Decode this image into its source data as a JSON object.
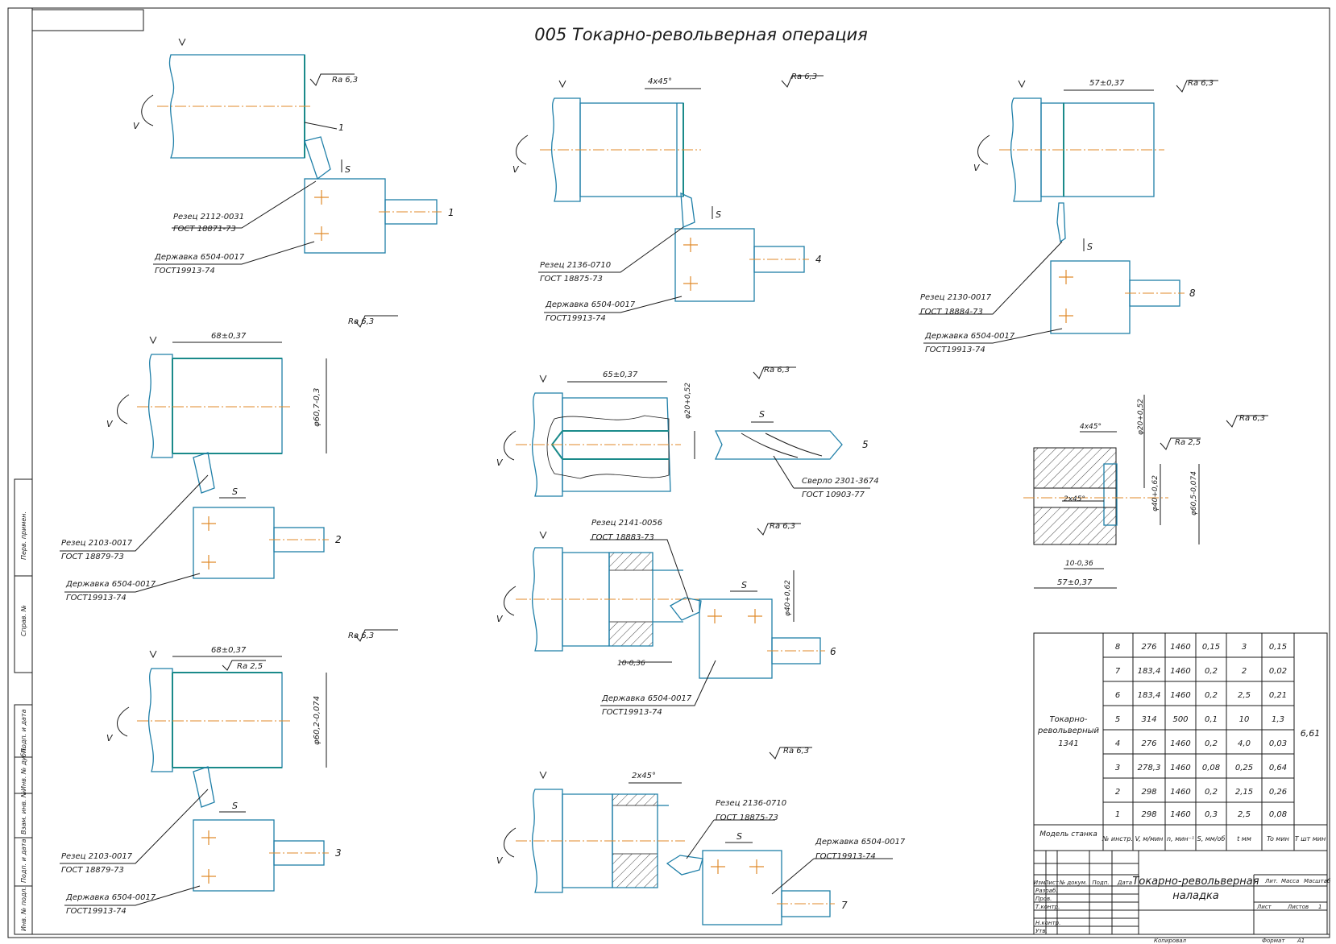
{
  "title": "005 Токарно-револьверная операция",
  "ra_mark": "Ra 6,3",
  "ra_fine": "Ra 2,5",
  "letter_s": "S",
  "letter_v": "V",
  "setups": [
    {
      "num": "1",
      "tool": "Резец 2112-0031",
      "tool_std": "ГОСТ 18871-73",
      "holder": "Державка 6504-0017",
      "holder_std": "ГОСТ19913-74",
      "dim": "",
      "pos": "1"
    },
    {
      "num": "2",
      "tool": "Резец 2103-0017",
      "tool_std": "ГОСТ 18879-73",
      "holder": "Державка 6504-0017",
      "holder_std": "ГОСТ19913-74",
      "dim": "68±0,37",
      "dia": "φ60,7-0,3"
    },
    {
      "num": "3",
      "tool": "Резец 2103-0017",
      "tool_std": "ГОСТ 18879-73",
      "holder": "Державка 6504-0017",
      "holder_std": "ГОСТ19913-74",
      "dim": "68±0,37",
      "dia": "φ60,2-0,074"
    },
    {
      "num": "4",
      "tool": "Резец 2136-0710",
      "tool_std": "ГОСТ 18875-73",
      "holder": "Державка 6504-0017",
      "holder_std": "ГОСТ19913-74",
      "dim": "4х45°"
    },
    {
      "num": "5",
      "tool": "Сверло 2301-3674",
      "tool_std": "ГОСТ 10903-77",
      "dim": "65±0,37",
      "dia": "φ20+0,52"
    },
    {
      "num": "6",
      "tool": "Резец 2141-0056",
      "tool_std": "ГОСТ 18883-73",
      "holder": "Державка 6504-0017",
      "holder_std": "ГОСТ19913-74",
      "dim": "10-0,36",
      "dia": "φ40+0,62"
    },
    {
      "num": "7",
      "tool": "Резец 2136-0710",
      "tool_std": "ГОСТ 18875-73",
      "holder": "Державка 6504-0017",
      "holder_std": "ГОСТ19913-74",
      "dim": "2х45°"
    },
    {
      "num": "8",
      "tool": "Резец 2130-0017",
      "tool_std": "ГОСТ 18884-73",
      "holder": "Державка 6504-0017",
      "holder_std": "ГОСТ19913-74",
      "dim": "57±0,37"
    }
  ],
  "part_view": {
    "d1": "4х45°",
    "d2": "2х45°",
    "d3": "10-0,36",
    "d4": "57±0,37",
    "d5": "φ20+0,52",
    "d6": "φ40+0,62",
    "d7": "φ60,5-0,074"
  },
  "modes_table": {
    "machine_model": [
      "Токарно-",
      "револьверный",
      "1341"
    ],
    "headers": [
      "Модель станка",
      "№ инстр.",
      "V, м/мин",
      "n, мин⁻¹",
      "S, мм/об",
      "t мм",
      "To мин",
      "T шт мин"
    ],
    "rows": [
      [
        "8",
        "276",
        "1460",
        "0,15",
        "3",
        "0,15"
      ],
      [
        "7",
        "183,4",
        "1460",
        "0,2",
        "2",
        "0,02"
      ],
      [
        "6",
        "183,4",
        "1460",
        "0,2",
        "2,5",
        "0,21"
      ],
      [
        "5",
        "314",
        "500",
        "0,1",
        "10",
        "1,3"
      ],
      [
        "4",
        "276",
        "1460",
        "0,2",
        "4,0",
        "0,03"
      ],
      [
        "3",
        "278,3",
        "1460",
        "0,08",
        "0,25",
        "0,64"
      ],
      [
        "2",
        "298",
        "1460",
        "0,2",
        "2,15",
        "0,26"
      ],
      [
        "1",
        "298",
        "1460",
        "0,3",
        "2,5",
        "0,08"
      ]
    ],
    "t_sht": "6,61"
  },
  "title_block": {
    "doc_name": [
      "Токарно-револьверная",
      "наладка"
    ],
    "col_headers": [
      "Изм",
      "Лист",
      "№ докум.",
      "Подп.",
      "Дата"
    ],
    "rows": [
      "Разраб.",
      "Пров.",
      "Т.контр.",
      "",
      "Н.контр.",
      "Утв."
    ],
    "lit": "Лит.",
    "mass": "Масса",
    "scale": "Масштаб",
    "sheet": "Лист",
    "sheets": "Листов",
    "sheets_n": "1",
    "copied": "Копировал",
    "format": "Формат",
    "format_v": "А1"
  },
  "side_stamp": [
    "Перв. примен.",
    "Справ. №",
    "Подп. и дата",
    "Инв. № дубл.",
    "Взам. инв. №",
    "Подп. и дата",
    "Инв. № подл."
  ]
}
